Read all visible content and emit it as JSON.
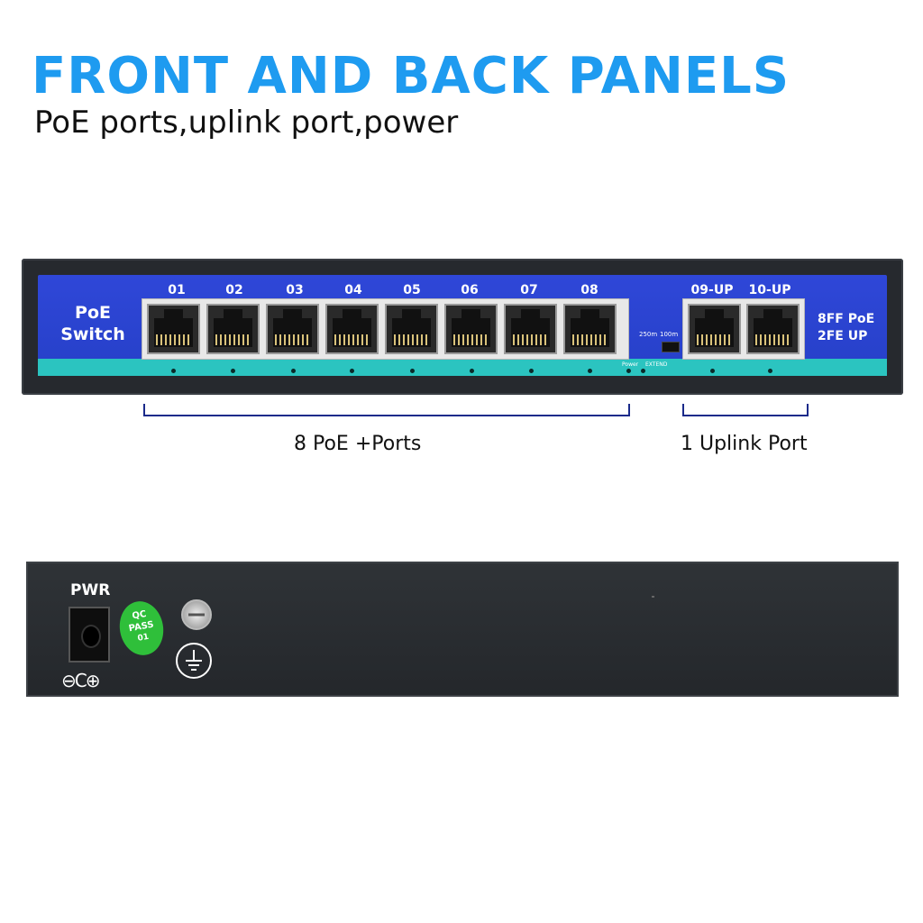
{
  "header": {
    "title": "FRONT AND BACK PANELS",
    "subtitle": "PoE ports,uplink port,power"
  },
  "front_panel": {
    "brand": [
      "PoE",
      "Switch"
    ],
    "poe_ports": [
      "01",
      "02",
      "03",
      "04",
      "05",
      "06",
      "07",
      "08"
    ],
    "uplink_ports": [
      "09-UP",
      "10-UP"
    ],
    "switch_labels": [
      "250m",
      "100m"
    ],
    "led_labels": [
      "Power",
      "EXTEND"
    ],
    "model": [
      "8FF PoE",
      "2FE UP"
    ],
    "colors": {
      "face": "#2f47d8",
      "strip": "#2bc4c0",
      "title": "#1e9bf0"
    }
  },
  "captions": {
    "poe": "8 PoE +Ports",
    "uplink": "1 Uplink Port"
  },
  "back_panel": {
    "pwr_label": "PWR",
    "polarity": "⊖C⊕",
    "qc_label": [
      "QC",
      "PASS",
      "01"
    ],
    "icons": [
      "dc-jack-icon",
      "qc-sticker-icon",
      "screw-icon",
      "ground-icon"
    ]
  }
}
